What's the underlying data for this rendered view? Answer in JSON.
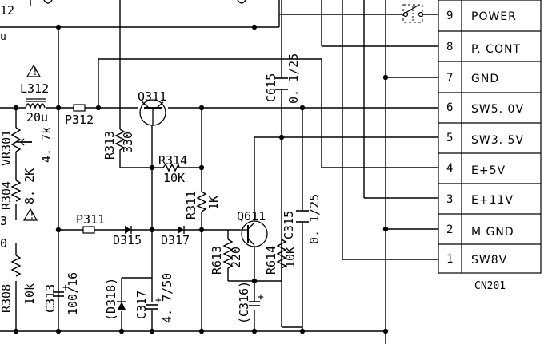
{
  "connector": {
    "name": "CN201",
    "pins": [
      {
        "num": "9",
        "label": "POWER"
      },
      {
        "num": "8",
        "label": "P. CONT"
      },
      {
        "num": "7",
        "label": "GND"
      },
      {
        "num": "6",
        "label": "SW5. 0V"
      },
      {
        "num": "5",
        "label": "SW3. 5V"
      },
      {
        "num": "4",
        "label": "E+5V"
      },
      {
        "num": "3",
        "label": "E+11V"
      },
      {
        "num": "2",
        "label": "M GND"
      },
      {
        "num": "1",
        "label": "SW8V"
      }
    ]
  },
  "components": {
    "q311": "Q311",
    "q611": "Q611",
    "l312": "L312",
    "l312_value": "20u",
    "p312": "P312",
    "p311": "P311",
    "vr301": "VR301",
    "vr301_value": "4. 7k",
    "r304": "R304",
    "r304_value": "8. 2K",
    "r313": "R313",
    "r313_value": "330",
    "r314": "R314",
    "r314_value": "10K",
    "r311": "R311",
    "r311_value": "1K",
    "d315": "D315",
    "d317": "D317",
    "d318": "(D318)",
    "c615": "C615",
    "c615_value": "0. 1/25",
    "c315": "C315",
    "c315_value": "0. 1/25",
    "r613": "R613",
    "r613_value": "220",
    "r614": "R614",
    "r614_value": "10K",
    "c313": "C313",
    "c313_value": "100/16",
    "c317": "C317",
    "c317_value": "4. 7/50",
    "c316": "(C316)",
    "r308": "R308",
    "r308_value": "10k"
  },
  "fragments": {
    "top_left_num": "12",
    "top_left_u": "u",
    "left_3": "3",
    "left_0": "0"
  }
}
